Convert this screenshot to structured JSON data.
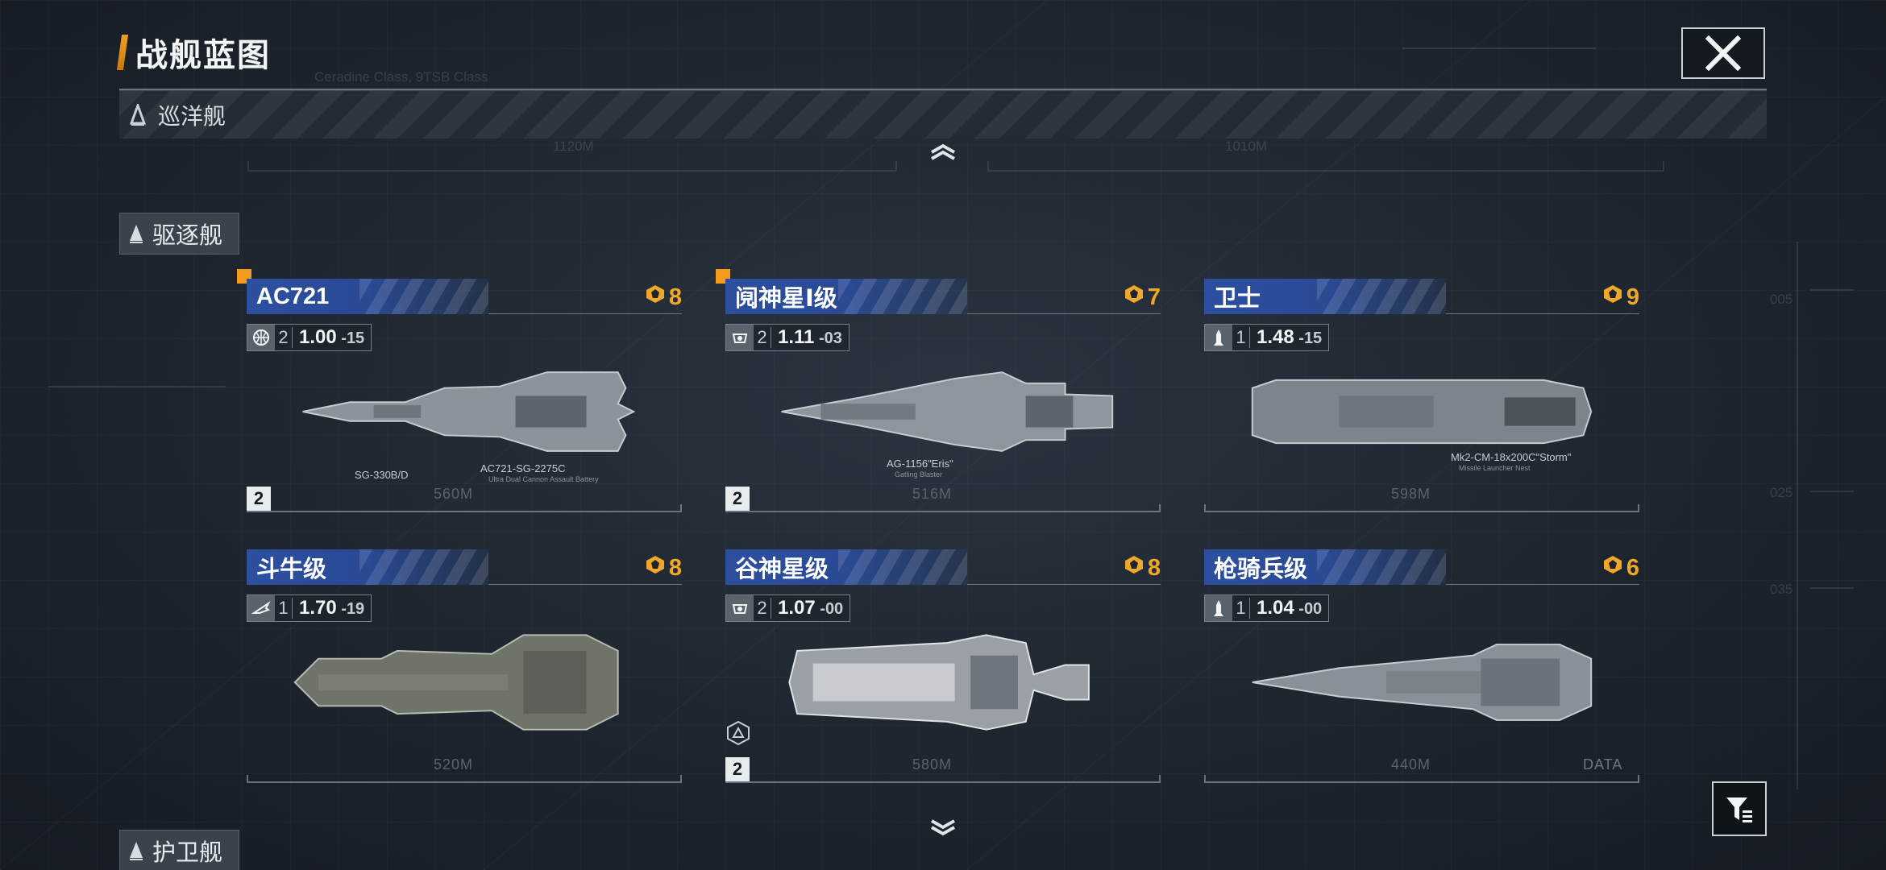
{
  "header": {
    "title": "战舰蓝图",
    "close_icon": "close-icon"
  },
  "categories": {
    "cruiser": "巡洋舰",
    "destroyer": "驱逐舰",
    "frigate": "护卫舰"
  },
  "colors": {
    "accent": "#f0a020",
    "name_bar": "#2c4fa0",
    "rating": "#f0a82a"
  },
  "background_text": {
    "top_left_length": "1120M",
    "top_right_length": "1010M",
    "class_line_1": "Ceradine Class, 9TSB Class",
    "side_values": [
      "005",
      "025",
      "035"
    ]
  },
  "ships": [
    {
      "name": "AC721",
      "rating": "8",
      "is_new": true,
      "type_icon": "globe-icon",
      "count": "2",
      "value_main": "1.00",
      "value_dec": "15",
      "tier": "2",
      "length": "560M",
      "weapons": [
        {
          "label": "SG-330B/D"
        },
        {
          "label": "AC721-SG-2275C",
          "sub": "Ultra Dual Cannon Assault Battery"
        }
      ]
    },
    {
      "name": "阋神星Ⅰ级",
      "rating": "7",
      "is_new": true,
      "type_icon": "radar-icon",
      "count": "2",
      "value_main": "1.11",
      "value_dec": "03",
      "tier": "2",
      "length": "516M",
      "weapons": [
        {
          "label": "AG-1156\"Eris\"",
          "sub": "Gatling Blaster"
        }
      ]
    },
    {
      "name": "卫士",
      "rating": "9",
      "is_new": false,
      "type_icon": "missile-icon",
      "count": "1",
      "value_main": "1.48",
      "value_dec": "15",
      "tier": "",
      "length": "598M",
      "weapons": [
        {
          "label": "Mk2-CM-18x200C\"Storm\"",
          "sub": "Missile Launcher Nest"
        }
      ]
    },
    {
      "name": "斗牛级",
      "rating": "8",
      "is_new": false,
      "type_icon": "wing-icon",
      "count": "1",
      "value_main": "1.70",
      "value_dec": "19",
      "tier": "",
      "length": "520M",
      "weapons": []
    },
    {
      "name": "谷神星级",
      "rating": "8",
      "is_new": false,
      "type_icon": "radar-icon",
      "count": "2",
      "value_main": "1.07",
      "value_dec": "00",
      "tier": "2",
      "length": "580M",
      "weapons": []
    },
    {
      "name": "枪骑兵级",
      "rating": "6",
      "is_new": false,
      "type_icon": "missile-icon",
      "count": "1",
      "value_main": "1.04",
      "value_dec": "00",
      "tier": "",
      "length": "440M",
      "weapons": [],
      "extra_label": "DATA"
    }
  ],
  "controls": {
    "scroll_up": "chevron-up-icon",
    "scroll_down": "chevron-down-icon",
    "filter": "filter-icon"
  }
}
